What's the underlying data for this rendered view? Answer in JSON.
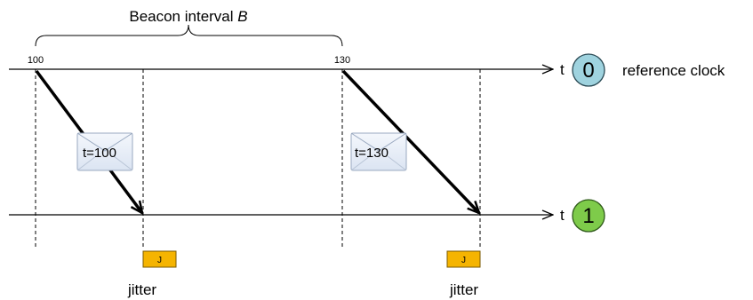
{
  "brace_label": "Beacon interval",
  "brace_label_var": "B",
  "ticks": {
    "first": "100",
    "second": "130"
  },
  "timelines": [
    {
      "axis_label": "t",
      "node": "0",
      "node_label": "reference clock",
      "node_color": "#9fd3df"
    },
    {
      "axis_label": "t",
      "node": "1",
      "node_label": "",
      "node_color": "#7ecb4a"
    }
  ],
  "messages": [
    {
      "text": "t=100"
    },
    {
      "text": "t=130"
    }
  ],
  "jitter": [
    {
      "box": "J",
      "label": "jitter"
    },
    {
      "box": "J",
      "label": "jitter"
    }
  ],
  "colors": {
    "jitter_box": "#f5b400",
    "envelope_fill": "#e8eef8",
    "envelope_stroke": "#9aa9c0"
  }
}
